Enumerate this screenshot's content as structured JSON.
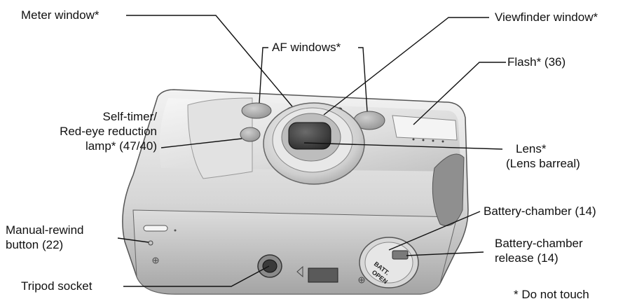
{
  "labels": {
    "meter_window": "Meter window*",
    "af_windows": "AF windows*",
    "viewfinder_window": "Viewfinder window*",
    "flash": "Flash*  (36)",
    "self_timer_1": "Self-timer/",
    "self_timer_2": "Red-eye reduction",
    "self_timer_3": "lamp*  (47/40)",
    "lens_1": "Lens*",
    "lens_2": "(Lens barreal)",
    "manual_rewind_1": "Manual-rewind",
    "manual_rewind_2": "button (22)",
    "battery_chamber": "Battery-chamber (14)",
    "battery_release_1": "Battery-chamber",
    "battery_release_2": "release (14)",
    "tripod_socket": "Tripod socket",
    "do_not_touch": "* Do not touch"
  },
  "battery_cover_text": [
    "BATT.",
    "OPEN"
  ],
  "colors": {
    "text": "#111111",
    "line": "#111111",
    "body_light": "#e9e9e9",
    "body_mid": "#c9c9c9",
    "body_dark": "#9a9a9a",
    "lens_dark": "#3a3a3a"
  }
}
